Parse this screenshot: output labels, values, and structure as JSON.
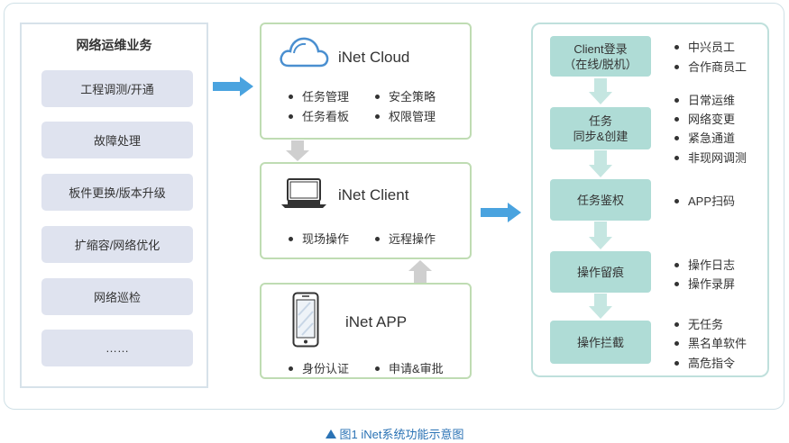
{
  "left_panel": {
    "title": "网络运维业务",
    "items": [
      "工程调测/开通",
      "故障处理",
      "板件更换/版本升级",
      "扩缩容/网络优化",
      "网络巡检",
      "……"
    ]
  },
  "cloud": {
    "title": "iNet Cloud",
    "bullets": [
      "任务管理",
      "安全策略",
      "任务看板",
      "权限管理"
    ]
  },
  "client": {
    "title": "iNet Client",
    "bullets": [
      "现场操作",
      "远程操作"
    ]
  },
  "app": {
    "title": "iNet APP",
    "bullets": [
      "身份认证",
      "申请&审批"
    ]
  },
  "steps": [
    {
      "line1": "Client登录",
      "line2": "（在线/脱机）",
      "bullets": [
        "中兴员工",
        "合作商员工"
      ]
    },
    {
      "line1": "任务",
      "line2": "同步&创建",
      "bullets": [
        "日常运维",
        "网络变更",
        "紧急通道",
        "非现网调测"
      ]
    },
    {
      "line1": "任务鉴权",
      "line2": "",
      "bullets": [
        "APP扫码"
      ]
    },
    {
      "line1": "操作留痕",
      "line2": "",
      "bullets": [
        "操作日志",
        "操作录屏"
      ]
    },
    {
      "line1": "操作拦截",
      "line2": "",
      "bullets": [
        "无任务",
        "黑名单软件",
        "高危指令"
      ]
    }
  ],
  "caption": "图1  iNet系统功能示意图",
  "colors": {
    "accent_blue": "#4aa3df",
    "step_fill": "#afdcd6",
    "card_border": "#bfdcb3",
    "left_button": "#dfe3ef",
    "caption": "#2b73b5"
  },
  "icons": [
    "cloud-icon",
    "laptop-icon",
    "phone-icon",
    "arrow-right-icon",
    "arrow-down-icon",
    "arrow-up-icon"
  ]
}
